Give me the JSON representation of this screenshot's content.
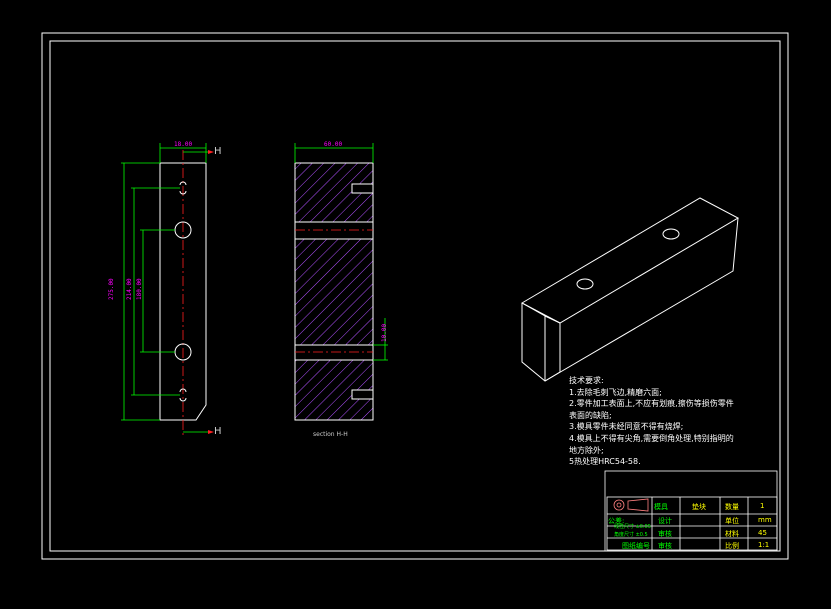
{
  "drawing": {
    "front_view": {
      "dim_top_width": "18.00",
      "dim_total_height": "275.00",
      "dim_mid1": "214.00",
      "dim_mid2": "180.00",
      "section_label_top": "H",
      "section_label_bottom": "H"
    },
    "section_view": {
      "dim_top_width": "60.00",
      "dim_right": "10.00",
      "caption": "section H-H"
    },
    "tech_notes": {
      "lines": [
        "技术要求:",
        "1.去除毛刺飞边,精磨六面;",
        "2.零件加工表面上,不应有划痕,擦伤等损伤零件",
        "表面的缺陷;",
        "3.模具零件未经同意不得有烧焊;",
        "4.模具上不得有尖角,需要倒角处理,特别指明的",
        "地方除外;",
        "5热处理HRC54-58."
      ]
    },
    "title_block": {
      "company": "模具",
      "part_name": "垫块",
      "qty_label": "数量",
      "qty": "1",
      "designer_label": "设计",
      "checker_label": "审核",
      "material_label": "材料",
      "scale_label": "比例",
      "unit_label": "单位",
      "unit_value": "mm",
      "material_value": "45",
      "scale_value": "1:1",
      "tolerance_label": "公差:",
      "tol_1": "线性尺寸 ±0.05",
      "tol_2": "角度尺寸 ±0.5",
      "drawing_no": "图纸编号"
    }
  }
}
